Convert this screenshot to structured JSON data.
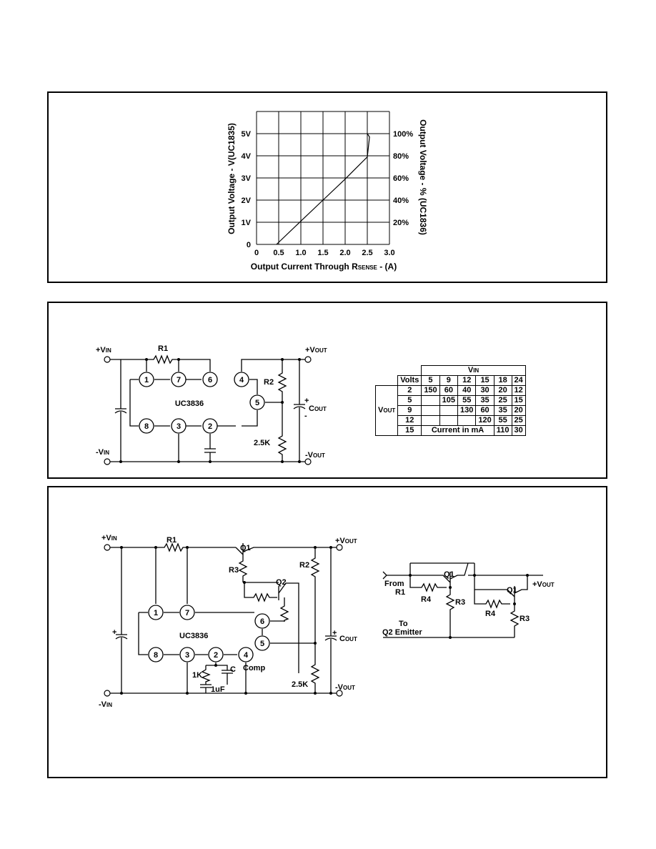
{
  "chart_data": {
    "type": "line",
    "xlabel_pre": "Output  Current  Through  ",
    "xlabel_rs": "R",
    "xlabel_sense": "SENSE",
    "xlabel_post": " - (A)",
    "ylabel_left": "Output  Voltage  -  V(UC1835)",
    "ylabel_right": "Output  Voltage  -  %  (UC1836)",
    "x_ticks": [
      "0",
      "0.5",
      "1.0",
      "1.5",
      "2.0",
      "2.5",
      "3.0"
    ],
    "y_ticks_left": [
      "0",
      "1V",
      "2V",
      "3V",
      "4V",
      "5V"
    ],
    "y_ticks_right": [
      "20%",
      "40%",
      "60%",
      "80%",
      "100%"
    ],
    "xlim": [
      0,
      3.0
    ],
    "ylim": [
      0,
      6
    ],
    "grid": true,
    "series": [
      {
        "x": [
          0.45,
          1.0,
          1.5,
          2.0,
          2.3,
          2.5,
          2.55,
          2.5
        ],
        "y": [
          0.0,
          1.05,
          2.0,
          2.95,
          3.55,
          3.95,
          4.85,
          5.0
        ]
      }
    ]
  },
  "circuit1": {
    "vin_plus": "+V",
    "vin_plus_sub": "IN",
    "vin_minus": "-V",
    "vin_minus_sub": "IN",
    "vout_plus": "+V",
    "vout_plus_sub": "OUT",
    "vout_minus": "-V",
    "vout_minus_sub": "OUT",
    "r1": "R1",
    "r2": "R2",
    "r_bottom": "2.5K",
    "cout_plus": "+",
    "cout": "C",
    "cout_sub": "OUT",
    "cout_minus": "-",
    "ic": "UC3836",
    "pins": {
      "p1": "1",
      "p7": "7",
      "p6": "6",
      "p4": "4",
      "p5": "5",
      "p8": "8",
      "p3": "3",
      "p2": "2"
    }
  },
  "table": {
    "vin_head": "V",
    "vin_head_sub": "IN",
    "volts": "Volts",
    "vout": "V",
    "vout_sub": "OUT",
    "vin_values": [
      "5",
      "9",
      "12",
      "15",
      "18",
      "24"
    ],
    "rows": [
      {
        "v": "2",
        "cells": [
          "150",
          "60",
          "40",
          "30",
          "20",
          "12"
        ]
      },
      {
        "v": "5",
        "cells": [
          "",
          "105",
          "55",
          "35",
          "25",
          "15"
        ]
      },
      {
        "v": "9",
        "cells": [
          "",
          "",
          "130",
          "60",
          "35",
          "20"
        ]
      },
      {
        "v": "12",
        "cells": [
          "",
          "",
          "",
          "120",
          "55",
          "25"
        ]
      }
    ],
    "last_row_v": "15",
    "current_note": "Current  in  mA",
    "last_cells": [
      "110",
      "30"
    ]
  },
  "circuit2": {
    "vin_plus": "+V",
    "vin_plus_sub": "IN",
    "vin_minus": "-V",
    "vin_minus_sub": "IN",
    "vout_plus": "+V",
    "vout_plus_sub": "OUT",
    "vout_minus": "-V",
    "vout_minus_sub": "OUT",
    "r1": "R1",
    "r2": "R2",
    "r3": "R3",
    "q1": "Q1",
    "q2": "Q2",
    "ic": "UC3836",
    "r_1k": "1K",
    "c": "C",
    "c_1uf": "1uF",
    "comp": "Comp",
    "r_bottom": "2.5K",
    "cout_plus": "+",
    "cout": "C",
    "cout_sub": "OUT",
    "cap_plus": "+",
    "pins": {
      "p1": "1",
      "p7": "7",
      "p6": "6",
      "p5": "5",
      "p8": "8",
      "p3": "3",
      "p2": "2",
      "p4": "4"
    }
  },
  "circuit3": {
    "from": "From",
    "from_r1": "R1",
    "q1a": "Q1",
    "q1b": "Q1",
    "r4a": "R4",
    "r4b": "R4",
    "r3a": "R3",
    "r3b": "R3",
    "vout": "+V",
    "vout_sub": "OUT",
    "to": "To",
    "q2_emitter": "Q2  Emitter"
  }
}
